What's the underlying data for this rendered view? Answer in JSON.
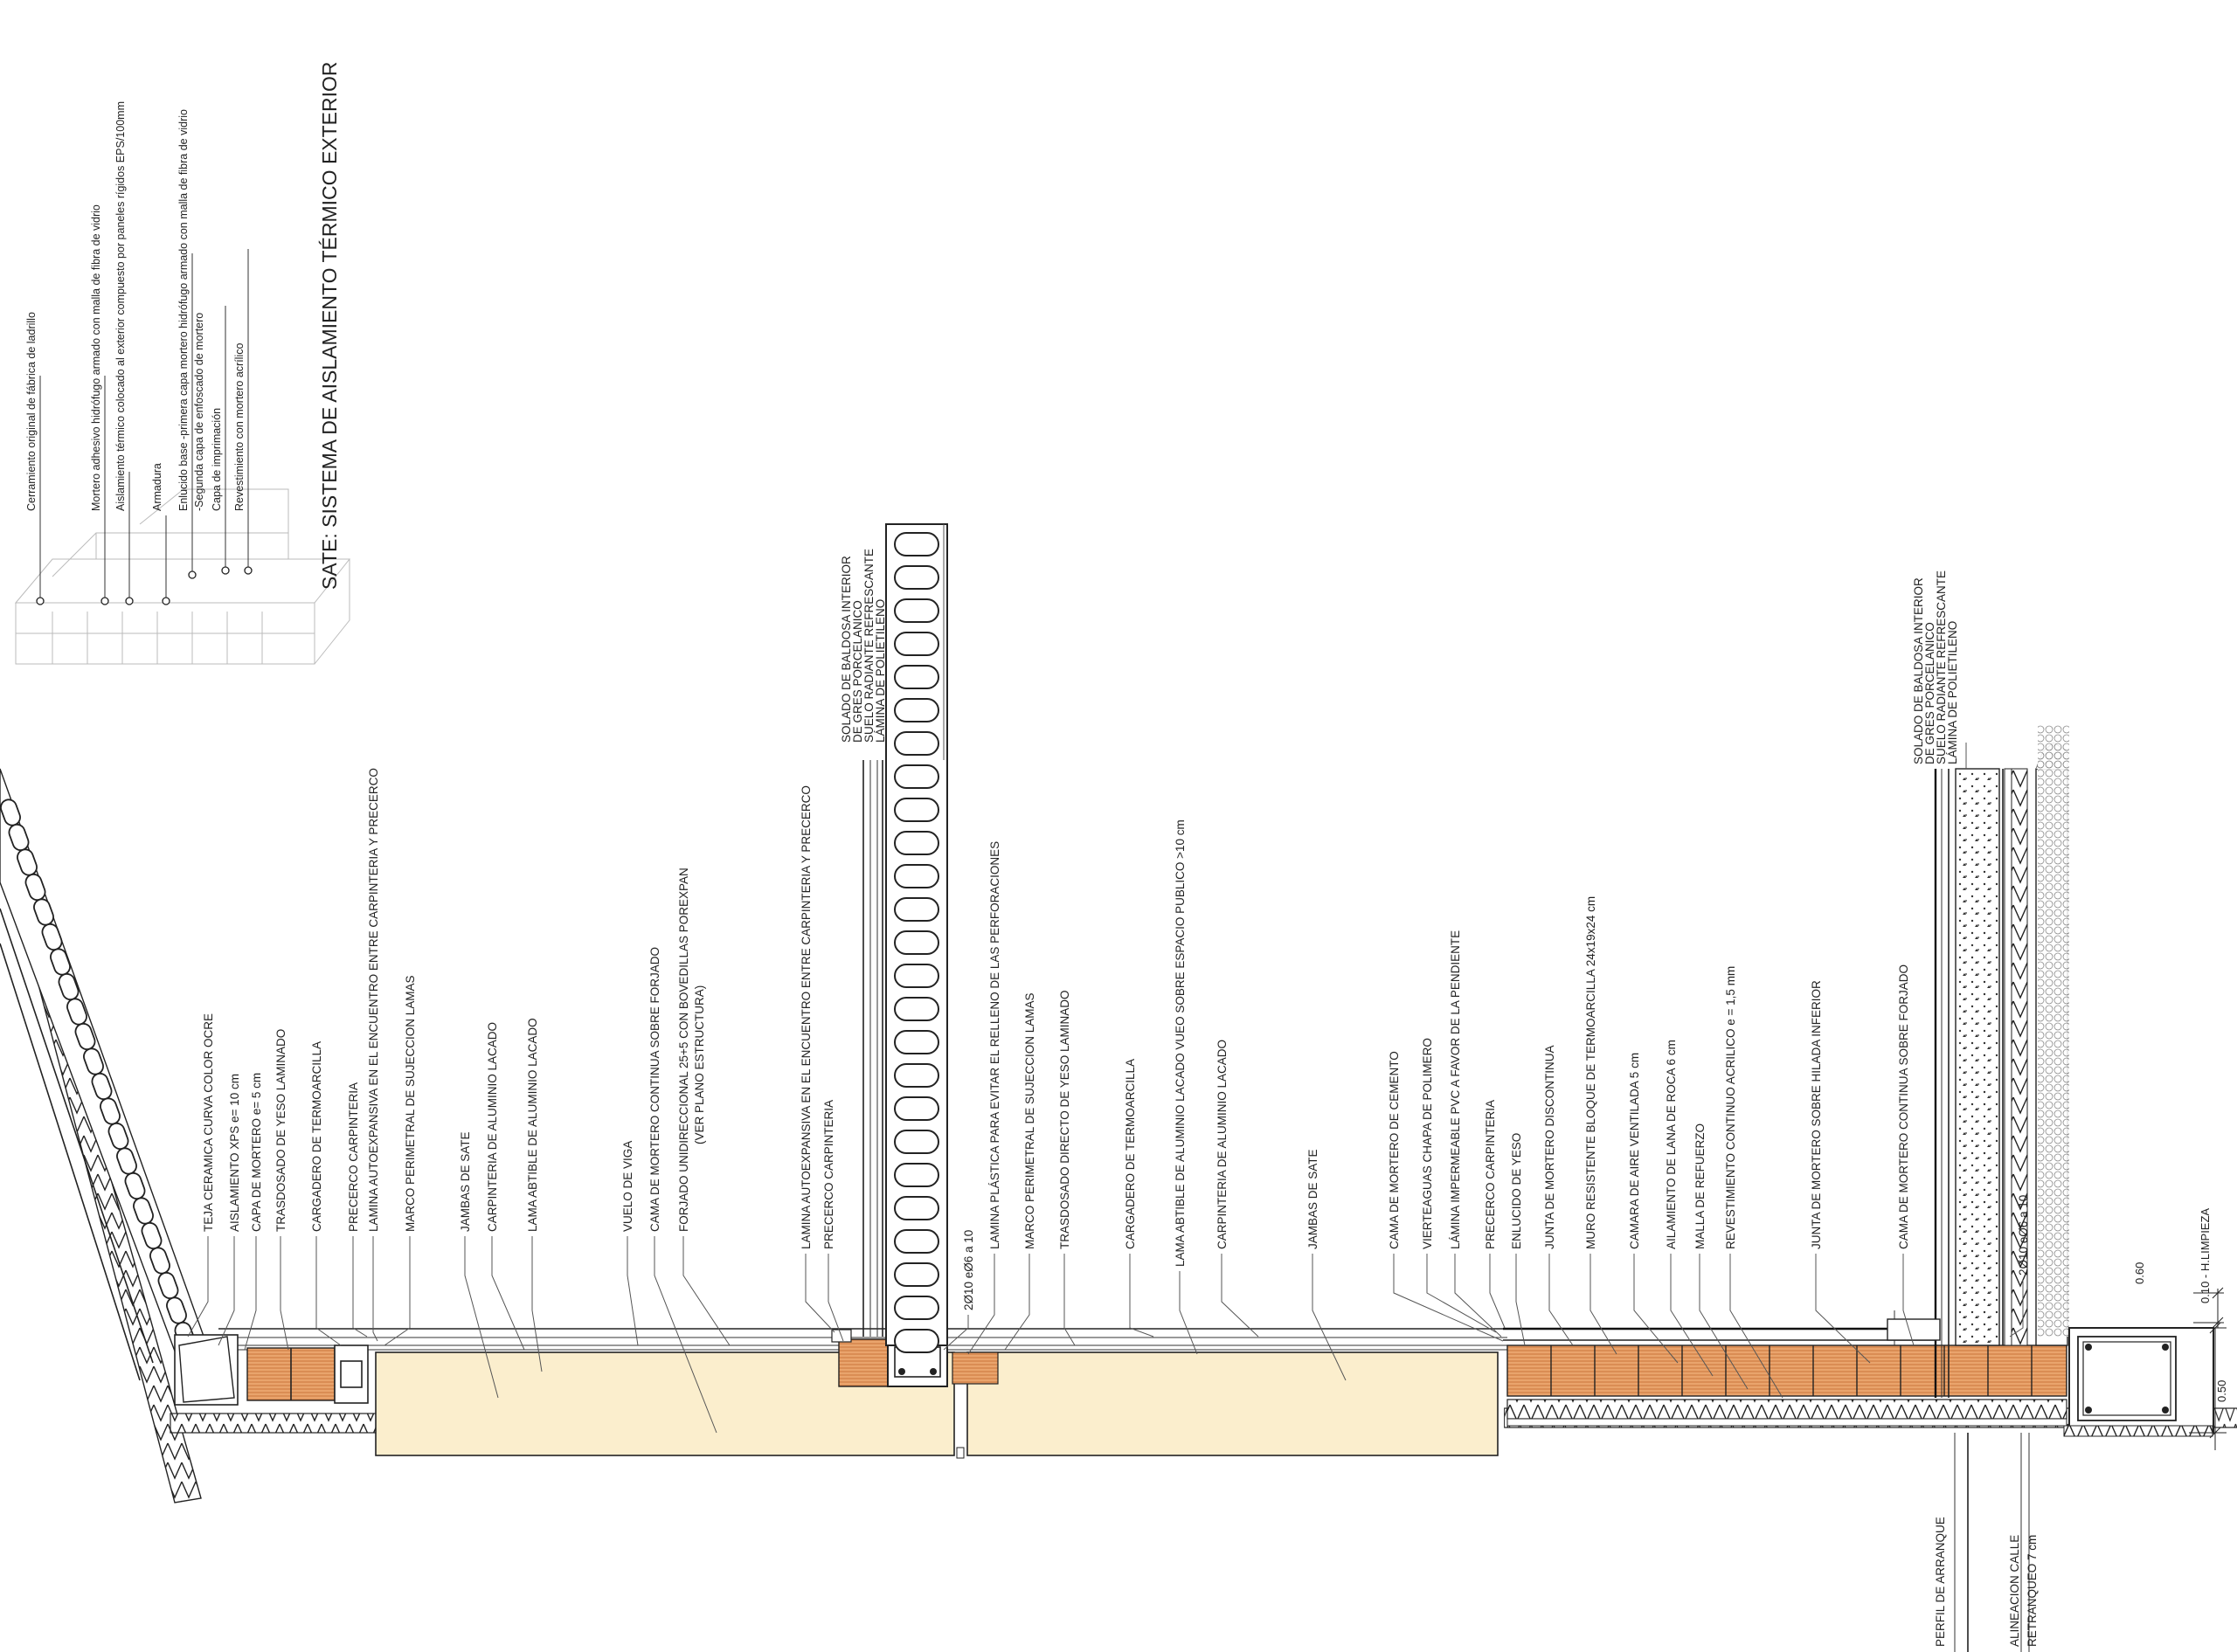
{
  "sate_title": "SATE: SISTEMA DE AISLAMIENTO TÉRMICO EXTERIOR",
  "sate_legend": [
    "Cerramiento original de fábrica de ladrillo",
    "Mortero adhesivo hidrófugo armado con malla de fibra de vidrio",
    "Aislamiento térmico colocado al exterior compuesto por paneles rígidos EPS/100mm",
    "Armadura",
    "Enlucido base -primera capa mortero hidrófugo armado con malla de fibra de vidrio",
    "-Segunda capa de enfoscado de mortero",
    "Capa de imprimación",
    "Revestimiento con mortero acrílico"
  ],
  "labels_roof": [
    "TEJA CERAMICA CURVA COLOR OCRE",
    "AISLAMIENTO XPS e= 10 cm",
    "CAPA DE MORTERO e= 5 cm",
    "TRASDOSADO DE YESO LAMINADO",
    "CARGADERO DE TERMOARCILLA",
    "PRECERCO CARPINTERIA",
    "LAMINA AUTOEXPANSIVA EN EL ENCUENTRO ENTRE CARPINTERIA Y PRECERCO",
    "MARCO PERIMETRAL DE SUJECCION LAMAS",
    "JAMBAS DE SATE",
    "CARPINTERIA DE ALUMINIO LACADO",
    "LAMA ABTIBLE DE ALUMINIO LACADO"
  ],
  "labels_middle": [
    "VUELO DE VIGA",
    "CAMA DE MORTERO CONTINUA SOBRE FORJADO",
    "FORJADO UNIDIRECCIONAL 25+5 CON BOVEDILLAS POREXPAN",
    "(VER PLANO ESTRUCTURA)",
    "LAMINA AUTOEXPANSIVA EN EL ENCUENTRO ENTRE CARPINTERIA Y PRECERCO",
    "PRECERCO CARPINTERIA",
    "SOLADO DE BALDOSA INTERIOR",
    "DE GRES PORCELANICO",
    "SUELO RADIANTE REFRESCANTE",
    "LÁMINA DE POLIETILENO",
    "2Ø10 eØ6 a 10",
    "LAMINA PLÁSTICA PARA EVITAR EL RELLENO DE LAS PERFORACIONES",
    "MARCO PERIMETRAL DE SUJECCION LAMAS",
    "TRASDOSADO DIRECTO DE YESO LAMINADO",
    "CARGADERO DE TERMOARCILLA",
    "LAMA ABTIBLE DE ALUMINIO LACADO  VUEO SOBRE ESPACIO PUBLICO >10 cm",
    "CARPINTERIA DE ALUMINIO LACADO",
    "JAMBAS DE SATE"
  ],
  "labels_base": [
    "CAMA DE MORTERO DE CEMENTO",
    "VIERTEAGUAS CHAPA DE POLIMERO",
    "LÁMINA IMPERMEABLE PVC A FAVOR DE LA PENDIENTE",
    "PRECERCO CARPINTERIA",
    "ENLUCIDO DE YESO",
    "JUNTA DE MORTERO DISCONTINUA",
    "MURO RESISTENTE BLOQUE DE TERMOARCILLA 24x19x24 cm",
    "CAMARA DE AIRE VENTILADA  5 cm",
    "AILAMIENTO DE LANA DE ROCA 6 cm",
    "MALLA DE REFUERZO",
    "REVESTIMIENTO CONTINUO ACRILICO e = 1,5 mm",
    "JUNTA DE MORTERO SOBRE HILADA INFERIOR",
    "CAMA DE MORTERO CONTINUA SOBRE FORJADO",
    "SOLADO DE BALDOSA INTERIOR",
    "DE GRES PORCELANICO",
    "SUELO RADIANTE REFRESCANTE",
    "LÁMINA DE POLIETILENO",
    "2Ø10 eØ6 a 10"
  ],
  "labels_bottom": [
    "PERFIL DE ARRANQUE",
    "ALINEACION CALLE",
    "RETRANQUEO 7 cm"
  ],
  "dimensions": {
    "d060": "0.60",
    "d010": "0.10 - H.LIMPIEZA",
    "d050": "0.50"
  },
  "colors": {
    "brick": "#e9a46c",
    "lama": "#fbeecd",
    "line": "#222222"
  }
}
